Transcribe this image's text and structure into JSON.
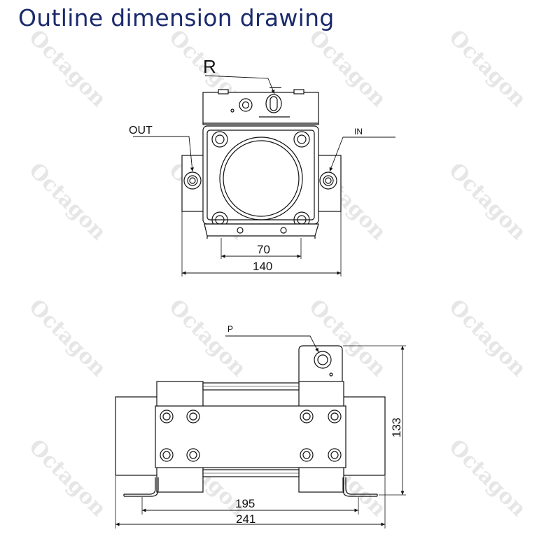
{
  "title": "Outline dimension drawing",
  "watermark": "Octagon",
  "front_view": {
    "port_r": "R",
    "port_out": "OUT",
    "port_in": "IN",
    "dim_inner": "70",
    "dim_outer": "140"
  },
  "side_view": {
    "port_p": "P",
    "dim_inner": "195",
    "dim_outer": "241",
    "dim_height": "133"
  }
}
